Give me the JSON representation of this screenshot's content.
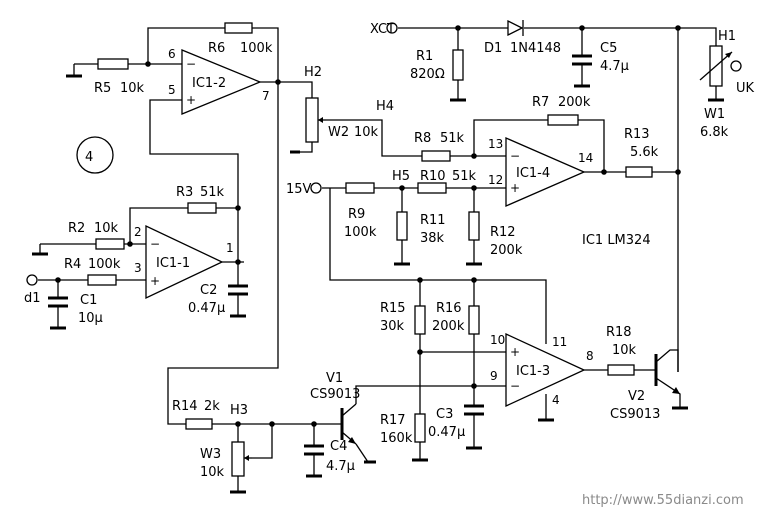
{
  "diagram": {
    "figure_number": "4",
    "ic_note": "IC1  LM324",
    "watermark": "http://www.55dianzi.com",
    "opamps": {
      "ic1_2": "IC1-2",
      "ic1_1": "IC1-1",
      "ic1_4": "IC1-4",
      "ic1_3": "IC1-3"
    },
    "components": {
      "R1": {
        "ref": "R1",
        "value": "820Ω"
      },
      "R2": {
        "ref": "R2",
        "value": "10k"
      },
      "R3": {
        "ref": "R3",
        "value": "51k"
      },
      "R4": {
        "ref": "R4",
        "value": "100k"
      },
      "R5": {
        "ref": "R5",
        "value": "10k"
      },
      "R6": {
        "ref": "R6",
        "value": "100k"
      },
      "R7": {
        "ref": "R7",
        "value": "200k"
      },
      "R8": {
        "ref": "R8",
        "value": "51k"
      },
      "R9": {
        "ref": "R9",
        "value": "100k"
      },
      "R10": {
        "ref": "R10",
        "value": "51k"
      },
      "R11": {
        "ref": "R11",
        "value": "38k"
      },
      "R12": {
        "ref": "R12",
        "value": "200k"
      },
      "R13": {
        "ref": "R13",
        "value": "5.6k"
      },
      "R14": {
        "ref": "R14",
        "value": "2k"
      },
      "R15": {
        "ref": "R15",
        "value": "30k"
      },
      "R16": {
        "ref": "R16",
        "value": "200k"
      },
      "R17": {
        "ref": "R17",
        "value": "160k"
      },
      "R18": {
        "ref": "R18",
        "value": "10k"
      },
      "C1": {
        "ref": "C1",
        "value": "10μ"
      },
      "C2": {
        "ref": "C2",
        "value": "0.47μ"
      },
      "C3": {
        "ref": "C3",
        "value": "0.47μ"
      },
      "C4": {
        "ref": "C4",
        "value": "4.7μ"
      },
      "C5": {
        "ref": "C5",
        "value": "4.7μ"
      },
      "D1": {
        "ref": "D1",
        "value": "1N4148"
      },
      "V1": {
        "ref": "V1",
        "value": "CS9013"
      },
      "V2": {
        "ref": "V2",
        "value": "CS9013"
      },
      "W1": {
        "ref": "W1",
        "value": "6.8k"
      },
      "W2": {
        "ref": "W2",
        "value": "10k"
      },
      "W3": {
        "ref": "W3",
        "value": "10k"
      }
    },
    "nodes": {
      "xct": "XCT",
      "v15": "15V",
      "d1": "d1",
      "uk": "UK",
      "h1": "H1",
      "h2": "H2",
      "h3": "H3",
      "h4": "H4",
      "h5": "H5"
    },
    "pins": {
      "p1": "1",
      "p2": "2",
      "p3": "3",
      "p4": "4",
      "p5": "5",
      "p6": "6",
      "p7": "7",
      "p8": "8",
      "p9": "9",
      "p10": "10",
      "p11": "11",
      "p12": "12",
      "p13": "13",
      "p14": "14"
    }
  }
}
